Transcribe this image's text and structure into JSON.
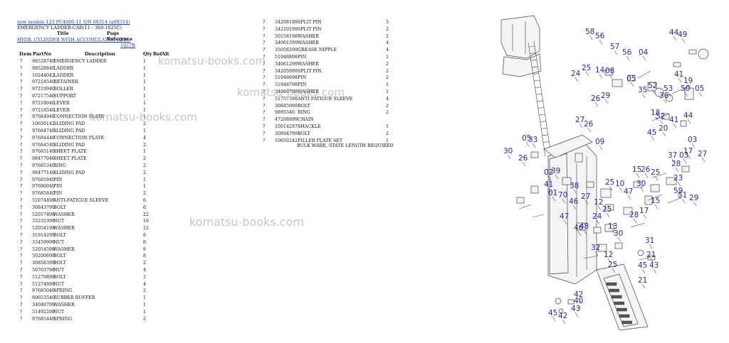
{
  "header": {
    "model_link": "new models 123 PC4000-11 S/N 08314 (g08314)",
    "section": "EMERGENCY LADDER-CAB(11 : 360-1025C)",
    "title_label": "Title",
    "page_ref_label": "Page Reference",
    "title_link": "HYDR. CYLINDER WITH ACCUMULATOR 12",
    "page_ref_link": "535-1027B"
  },
  "columns": {
    "item": "Item",
    "partno": "PartNo",
    "description": "Description",
    "qty": "Qty",
    "ref": "Ref",
    "alt": "Alt"
  },
  "left_parts": [
    {
      "item": "?",
      "partno": "98528740",
      "description": "EMERGENCY LADDER",
      "qty": "1"
    },
    {
      "item": "?",
      "partno": "98528840",
      "description": "LADDER",
      "qty": "1"
    },
    {
      "item": "?",
      "partno": "10244042",
      "description": "LADDER",
      "qty": "1"
    },
    {
      "item": "?",
      "partno": "97218540",
      "description": "RETAINER",
      "qty": "1"
    },
    {
      "item": "?",
      "partno": "97219940",
      "description": "ROLLER",
      "qty": "1"
    },
    {
      "item": "?",
      "partno": "97217540",
      "description": "SUPPORT",
      "qty": "1"
    },
    {
      "item": "?",
      "partno": "97218040",
      "description": "LEVER",
      "qty": "1"
    },
    {
      "item": "?",
      "partno": "97218540",
      "description": "LEVER",
      "qty": "1"
    },
    {
      "item": "?",
      "partno": "97684940",
      "description": "CONNECTION PLATE",
      "qty": "1"
    },
    {
      "item": "?",
      "partno": "10650142",
      "description": "SLIDING PAD",
      "qty": "2"
    },
    {
      "item": "?",
      "partno": "97684740",
      "description": "SLIDING PAD",
      "qty": "1"
    },
    {
      "item": "?",
      "partno": "97684440",
      "description": "CONNECTION PLATE",
      "qty": "4"
    },
    {
      "item": "?",
      "partno": "97684540",
      "description": "SLIDING PAD",
      "qty": "2"
    },
    {
      "item": "?",
      "partno": "97685140",
      "description": "SHEET PLATE",
      "qty": "1"
    },
    {
      "item": "?",
      "partno": "98477040",
      "description": "SHEET PLATE",
      "qty": "2"
    },
    {
      "item": "?",
      "partno": "97685340",
      "description": "RING",
      "qty": "2"
    },
    {
      "item": "?",
      "partno": "98477140",
      "description": "SLIDING PAD",
      "qty": "2"
    },
    {
      "item": "?",
      "partno": "97685940",
      "description": "PIN",
      "qty": "1"
    },
    {
      "item": "?",
      "partno": "97686040",
      "description": "PIN",
      "qty": "1"
    },
    {
      "item": "?",
      "partno": "97685840",
      "description": "PIN",
      "qty": "2"
    },
    {
      "item": "?",
      "partno": "51074498",
      "description": "ANTI-FATIGUE SLEEVE",
      "qty": "6"
    },
    {
      "item": "?",
      "partno": "30843799",
      "description": "BOLT",
      "qty": "6"
    },
    {
      "item": "?",
      "partno": "52017498",
      "description": "WASHER",
      "qty": "22"
    },
    {
      "item": "?",
      "partno": "33235399",
      "description": "NUT",
      "qty": "16"
    },
    {
      "item": "?",
      "partno": "52054198",
      "description": "WASHER",
      "qty": "12"
    },
    {
      "item": "?",
      "partno": "31914299",
      "description": "BOLT",
      "qty": "6"
    },
    {
      "item": "?",
      "partno": "33459999",
      "description": "NUT",
      "qty": "6"
    },
    {
      "item": "?",
      "partno": "52054598",
      "description": "WASHER",
      "qty": "8"
    },
    {
      "item": "?",
      "partno": "50200698",
      "description": "BOLT",
      "qty": "8"
    },
    {
      "item": "?",
      "partno": "30858399",
      "description": "BOLT",
      "qty": "2"
    },
    {
      "item": "?",
      "partno": "50703798",
      "description": "NUT",
      "qty": "4"
    },
    {
      "item": "?",
      "partno": "51279898",
      "description": "BOLT",
      "qty": "2"
    },
    {
      "item": "?",
      "partno": "51274898",
      "description": "NUT",
      "qty": "4"
    },
    {
      "item": "?",
      "partno": "97685040",
      "description": "SPRING",
      "qty": "2"
    },
    {
      "item": "?",
      "partno": "89653540",
      "description": "RUBBER BUFFER",
      "qty": "1"
    },
    {
      "item": "?",
      "partno": "34046799",
      "description": "WASHER",
      "qty": "1"
    },
    {
      "item": "?",
      "partno": "51492298",
      "description": "NUT",
      "qty": "1"
    },
    {
      "item": "?",
      "partno": "97685440",
      "description": "SPRING",
      "qty": "2"
    }
  ],
  "right_parts": [
    {
      "item": "?",
      "partno": "34208199",
      "description": "SPLIT PIN",
      "qty": "5"
    },
    {
      "item": "?",
      "partno": "34210199",
      "description": "SPLIT PIN",
      "qty": "2"
    },
    {
      "item": "?",
      "partno": "50158198",
      "description": "WASHER",
      "qty": "2"
    },
    {
      "item": "?",
      "partno": "34061399",
      "description": "WASHER",
      "qty": "4"
    },
    {
      "item": "?",
      "partno": "35058299",
      "description": "GREASE NIPPLE",
      "qty": "4"
    },
    {
      "item": "?",
      "partno": "51948898",
      "description": "PIN",
      "qty": "1"
    },
    {
      "item": "?",
      "partno": "34061299",
      "description": "WASHER",
      "qty": "2"
    },
    {
      "item": "?",
      "partno": "34205999",
      "description": "SPLIT PIN",
      "qty": "2"
    },
    {
      "item": "?",
      "partno": "51948698",
      "description": "PIN",
      "qty": "2"
    },
    {
      "item": "?",
      "partno": "51948798",
      "description": "PIN",
      "qty": "1"
    },
    {
      "item": "?",
      "partno": "34060799",
      "description": "WASHER",
      "qty": "1"
    },
    {
      "item": "?",
      "partno": "51757398",
      "description": "ANTI FATIGUE SLEEVE",
      "qty": "4"
    },
    {
      "item": "?",
      "partno": "30845999",
      "description": "BOLT",
      "qty": "2"
    },
    {
      "item": "?",
      "partno": "9895540",
      "description": "RING",
      "qty": "2"
    },
    {
      "item": "?",
      "partno": "47268899",
      "description": "CHAIN",
      "qty": ""
    },
    {
      "item": "?",
      "partno": "10014297",
      "description": "SHACKLE",
      "qty": "1"
    },
    {
      "item": "?",
      "partno": "30894799",
      "description": "BOLT",
      "qty": "2"
    },
    {
      "item": "?",
      "partno": "10650242",
      "description": "FILLER PLATE SET",
      "qty": "1"
    }
  ],
  "note": "BULK WARE, STATE LENGTH REQUIRED",
  "watermark": "komatsu-books.com",
  "callouts": [
    "58",
    "56",
    "57",
    "56",
    "04",
    "49",
    "44",
    "24",
    "25",
    "14",
    "08",
    "05",
    "35",
    "52",
    "53",
    "41",
    "19",
    "05",
    "36",
    "50",
    "26",
    "29",
    "27",
    "26",
    "52",
    "18",
    "45",
    "20",
    "41",
    "44",
    "05",
    "33",
    "30",
    "26",
    "09",
    "02",
    "39",
    "38",
    "41",
    "01",
    "70",
    "37",
    "03",
    "17",
    "27",
    "28",
    "15",
    "26",
    "25",
    "23",
    "27",
    "12",
    "25",
    "10",
    "47",
    "30",
    "59",
    "51",
    "29",
    "24",
    "25",
    "48",
    "46",
    "28",
    "17",
    "15",
    "13",
    "30",
    "32",
    "12",
    "25",
    "31",
    "21",
    "45",
    "43",
    "42",
    "40",
    "43",
    "45",
    "42",
    "21",
    "03",
    "46",
    "47"
  ]
}
